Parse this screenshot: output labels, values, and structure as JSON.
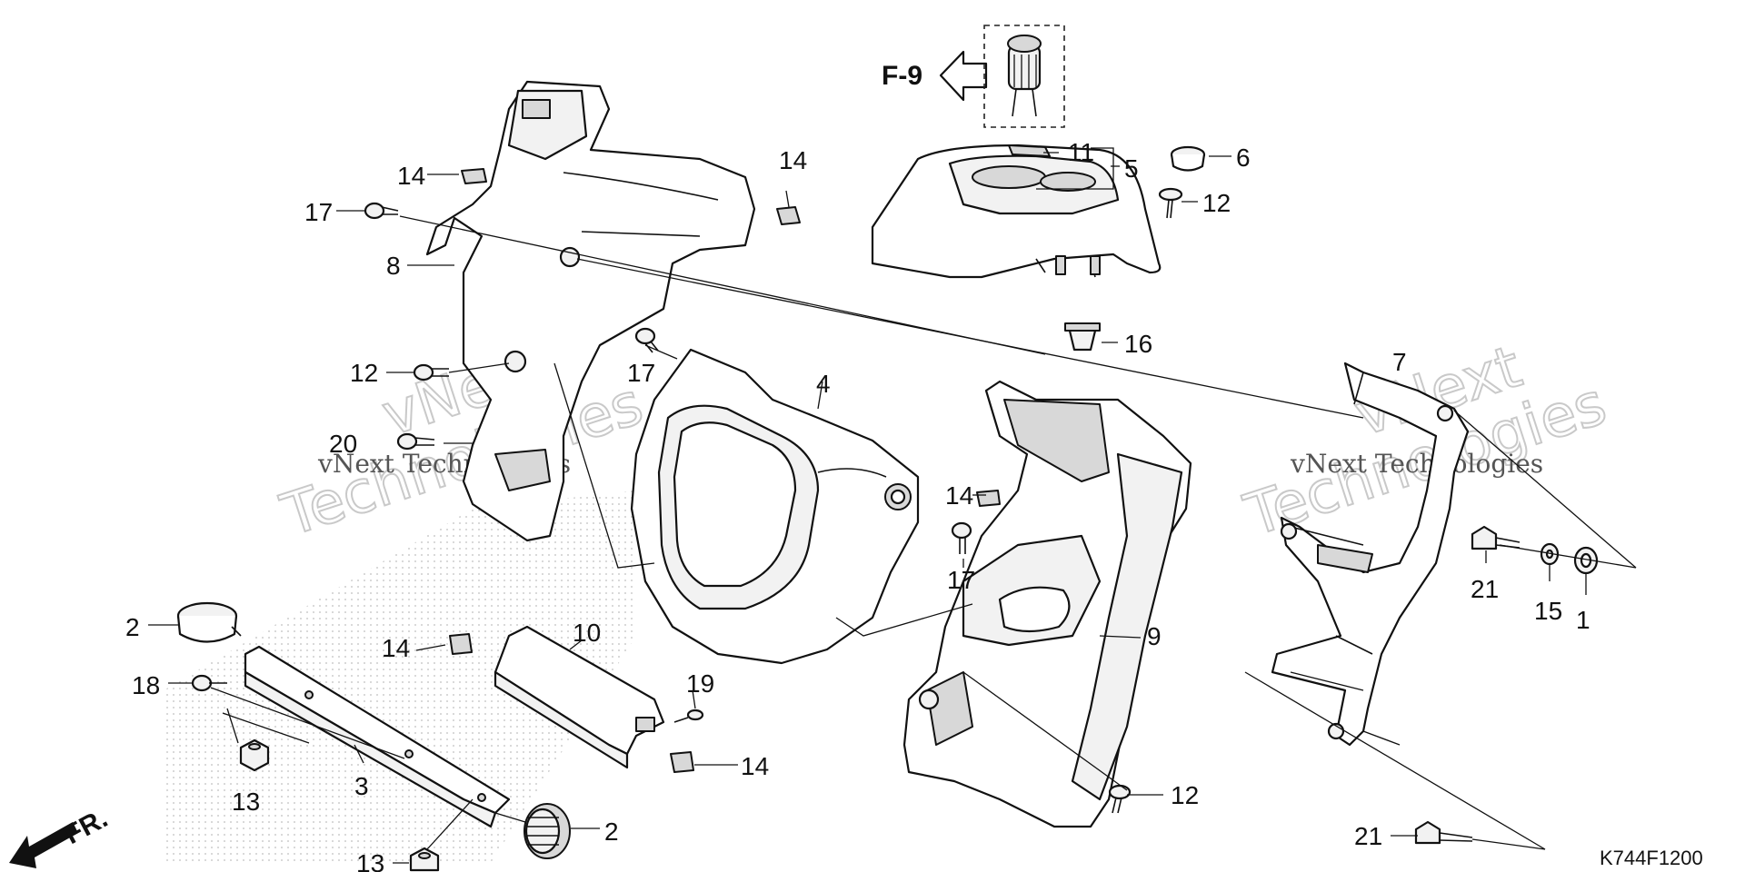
{
  "reference": {
    "label": "F-9"
  },
  "diagram_code": "K744F1200",
  "front_marker": "FR.",
  "watermarks": [
    {
      "brand": "vNext",
      "sub": "Technologies",
      "caption": "vNext Technologies"
    },
    {
      "brand": "vNext",
      "sub": "Technologies",
      "caption": "vNext Technologies"
    }
  ],
  "callouts": [
    {
      "id": "c-11",
      "label": "11"
    },
    {
      "id": "c-5",
      "label": "5"
    },
    {
      "id": "c-6",
      "label": "6"
    },
    {
      "id": "c-12a",
      "label": "12"
    },
    {
      "id": "c-14a",
      "label": "14"
    },
    {
      "id": "c-14b",
      "label": "14"
    },
    {
      "id": "c-17a",
      "label": "17"
    },
    {
      "id": "c-8",
      "label": "8"
    },
    {
      "id": "c-12b",
      "label": "12"
    },
    {
      "id": "c-20",
      "label": "20"
    },
    {
      "id": "c-17b",
      "label": "17"
    },
    {
      "id": "c-4",
      "label": "4"
    },
    {
      "id": "c-16",
      "label": "16"
    },
    {
      "id": "c-7",
      "label": "7"
    },
    {
      "id": "c-14c",
      "label": "14"
    },
    {
      "id": "c-17c",
      "label": "17"
    },
    {
      "id": "c-21a",
      "label": "21"
    },
    {
      "id": "c-15",
      "label": "15"
    },
    {
      "id": "c-1",
      "label": "1"
    },
    {
      "id": "c-2a",
      "label": "2"
    },
    {
      "id": "c-18",
      "label": "18"
    },
    {
      "id": "c-14d",
      "label": "14"
    },
    {
      "id": "c-10",
      "label": "10"
    },
    {
      "id": "c-9",
      "label": "9"
    },
    {
      "id": "c-3",
      "label": "3"
    },
    {
      "id": "c-13a",
      "label": "13"
    },
    {
      "id": "c-19",
      "label": "19"
    },
    {
      "id": "c-14e",
      "label": "14"
    },
    {
      "id": "c-12c",
      "label": "12"
    },
    {
      "id": "c-2b",
      "label": "2"
    },
    {
      "id": "c-13b",
      "label": "13"
    },
    {
      "id": "c-21b",
      "label": "21"
    }
  ]
}
